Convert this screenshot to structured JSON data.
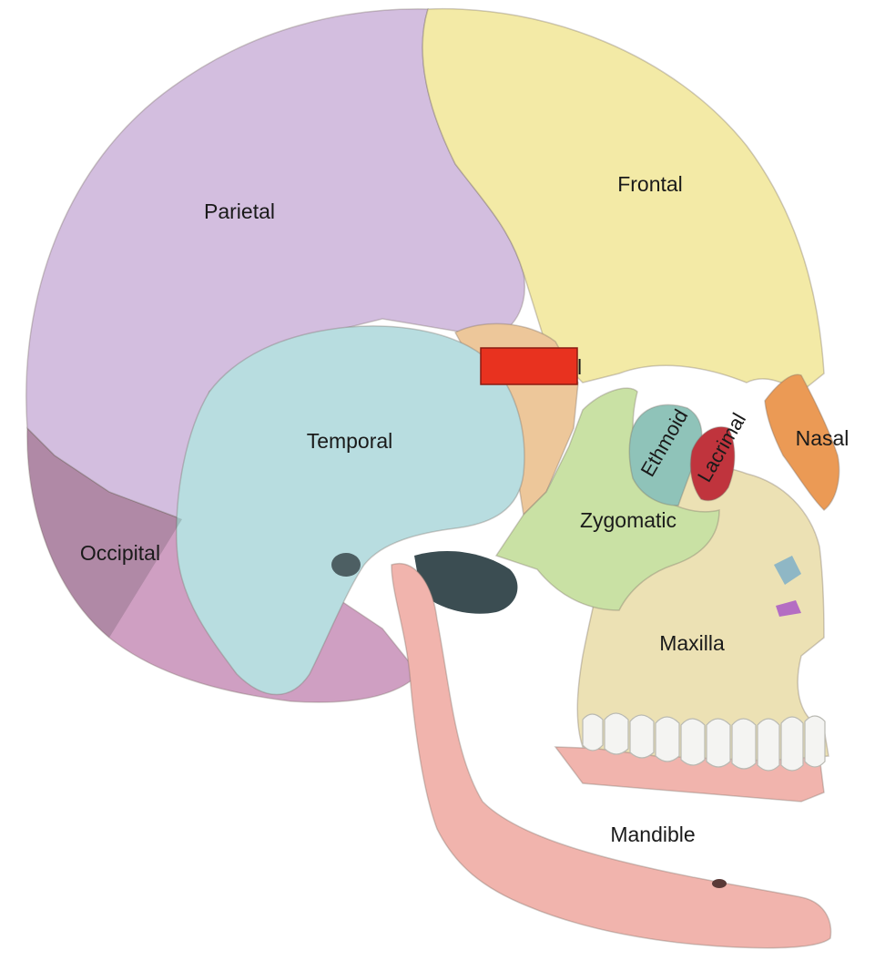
{
  "labels": {
    "frontal": "Frontal",
    "parietal": "Parietal",
    "temporal": "Temporal",
    "occipital": "Occipital",
    "zygomatic": "Zygomatic",
    "ethmoid": "Ethmoid",
    "lacrimal": "Lacrimal",
    "nasal": "Nasal",
    "maxilla": "Maxilla",
    "mandible": "Mandible",
    "hidden_label_fragment": "l"
  },
  "colors": {
    "frontal": "#f3eaa6",
    "parietal": "#d3bedf",
    "temporal": "#b8dde0",
    "occipital": "#cf9fc2",
    "sphenoid": "#edc79a",
    "zygomatic": "#c9e1a4",
    "ethmoid": "#8fc3b9",
    "lacrimal": "#c0343d",
    "nasal": "#eb9a55",
    "maxilla": "#ece1b4",
    "mandible": "#f1b4ad",
    "teeth": "#f4f4f2",
    "mask": "#e8321f"
  }
}
